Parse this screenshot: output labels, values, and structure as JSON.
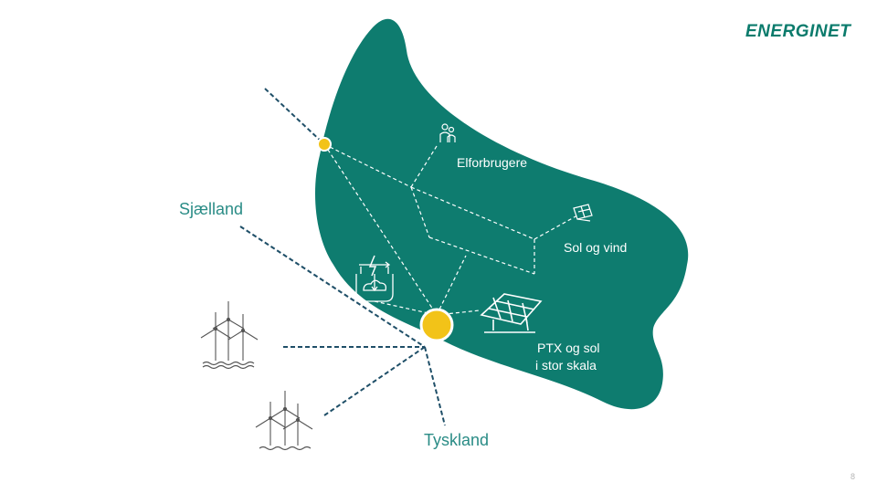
{
  "brand": {
    "logo_text": "ENERGINET",
    "accent": "#0b7b6c",
    "land_color": "#0e7c6f",
    "node_color": "#f2c318"
  },
  "labels": {
    "consumers": "Elforbrugere",
    "solar_wind": "Sol og vind",
    "ptx_line1": "PTX og sol",
    "ptx_line2": "i stor skala",
    "zealand": "Sjælland",
    "germany": "Tyskland"
  },
  "icons": [
    "people-icon",
    "solar-panel-small-icon",
    "ptx-plant-icon",
    "solar-panel-large-icon",
    "wind-turbines-icon"
  ],
  "page_number": "8"
}
